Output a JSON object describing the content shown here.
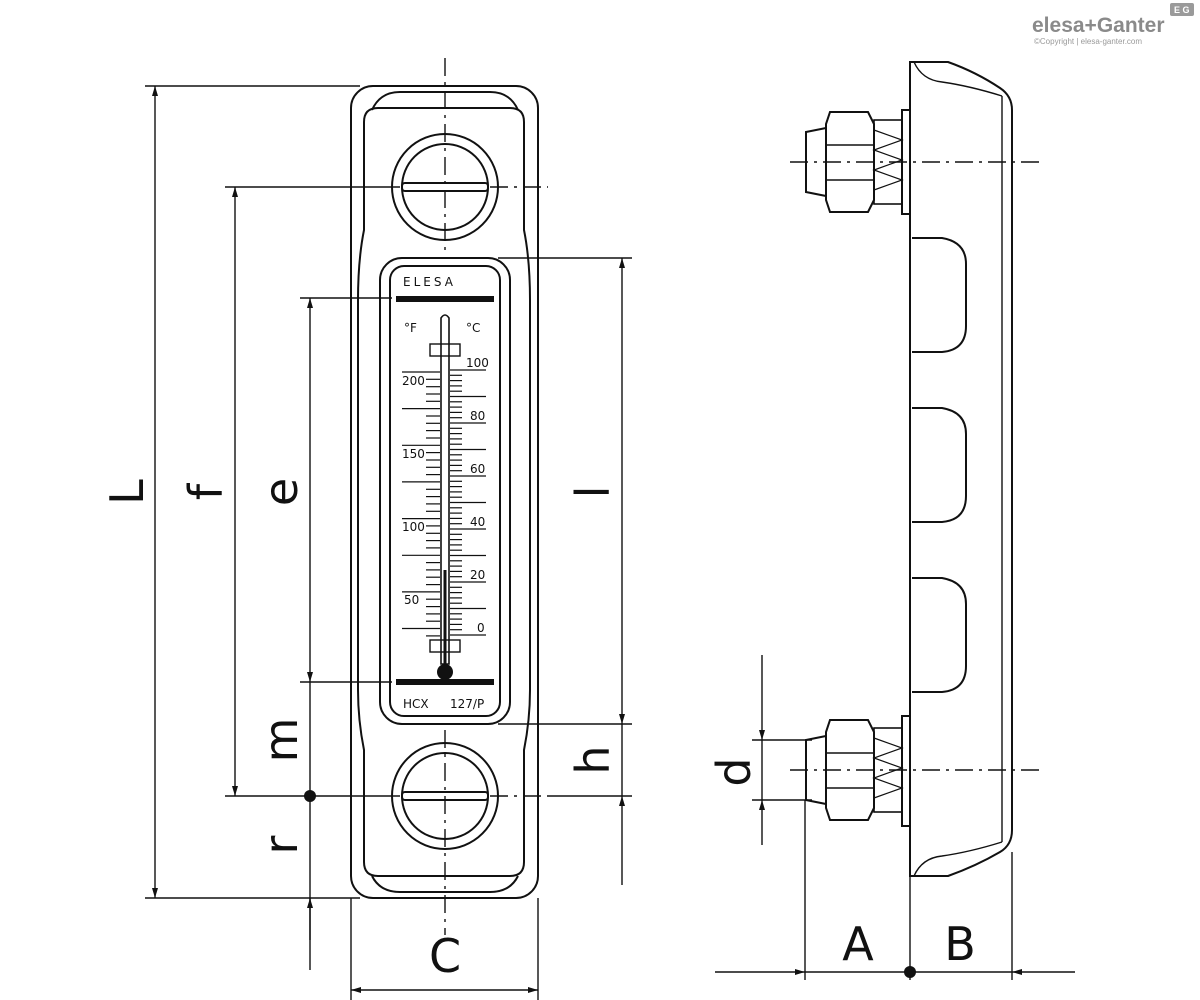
{
  "brand": {
    "logo_text": "elesa+Ganter",
    "copyright": "©Copyright | elesa-ganter.com",
    "badge": "E G"
  },
  "gauge": {
    "brand_label": "ELESA",
    "unit_f": "°F",
    "unit_c": "°C",
    "model_left": "HCX",
    "model_right": "127/P",
    "scale_f": [
      "200",
      "150",
      "100",
      "50"
    ],
    "scale_c": [
      "100",
      "80",
      "60",
      "40",
      "20",
      "0"
    ]
  },
  "dimensions": {
    "L": "L",
    "f": "f",
    "e": "e",
    "l": "l",
    "m": "m",
    "h": "h",
    "r": "r",
    "C": "C",
    "d": "d",
    "A": "A",
    "B": "B"
  }
}
